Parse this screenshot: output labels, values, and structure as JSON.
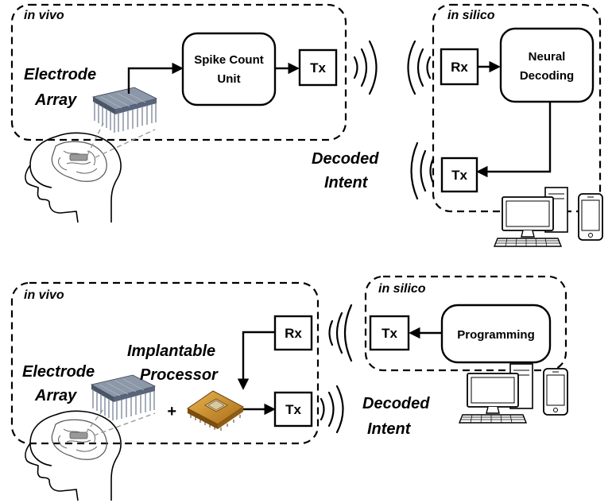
{
  "top": {
    "invivo_label": "in vivo",
    "insilico_label": "in silico",
    "electrode_line1": "Electrode",
    "electrode_line2": "Array",
    "spike_line1": "Spike Count",
    "spike_line2": "Unit",
    "tx_label": "Tx",
    "rx_label": "Rx",
    "neural_line1": "Neural",
    "neural_line2": "Decoding",
    "tx2_label": "Tx",
    "decoded_line1": "Decoded",
    "decoded_line2": "Intent"
  },
  "bottom": {
    "invivo_label": "in vivo",
    "insilico_label": "in silico",
    "electrode_line1": "Electrode",
    "electrode_line2": "Array",
    "implant_line1": "Implantable",
    "implant_line2": "Processor",
    "plus": "+",
    "rx_label": "Rx",
    "tx_label": "Tx",
    "tx_insilico_label": "Tx",
    "programming_label": "Programming",
    "decoded_line1": "Decoded",
    "decoded_line2": "Intent"
  },
  "icons": [
    "brain-head-icon",
    "electrode-array-icon",
    "processor-chip-icon",
    "desktop-computer-icon",
    "smartphone-icon",
    "wireless-wave-icon"
  ]
}
